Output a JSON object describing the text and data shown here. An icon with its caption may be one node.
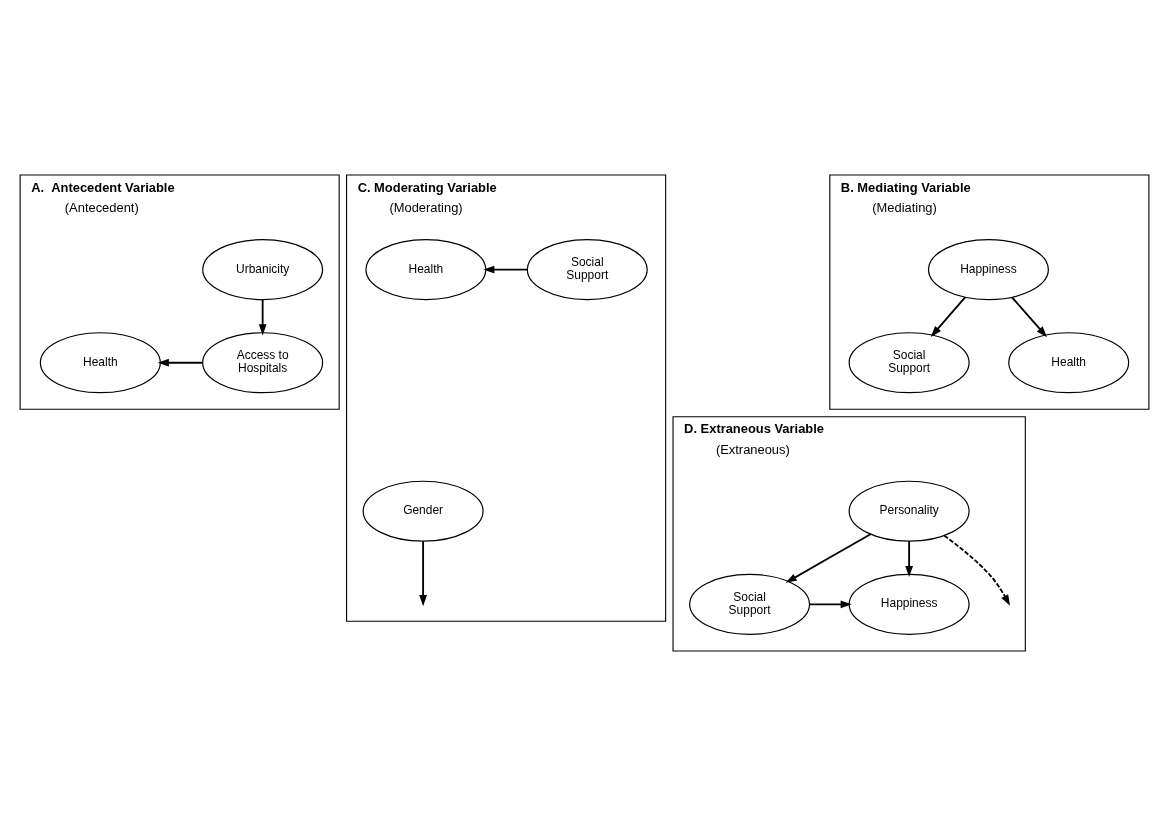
{
  "diagram": {
    "nodes": [
      {
        "text": [
          "A.  Antecedent Variable",
          "(Antecedent)"
        ]
      },
      {
        "text": [
          "Urbanicity"
        ],
        "in": 0
      },
      {
        "text": [
          "Access to Hospitals"
        ],
        "in": 0
      },
      {
        "text": [
          "Health"
        ],
        "in": 0
      },
      {
        "text": [
          "B. Mediating Variable",
          "(Mediating)"
        ]
      },
      {
        "text": [
          "Happiness"
        ],
        "in": 4
      },
      {
        "text": [
          "Social Support"
        ],
        "in": 4
      },
      {
        "text": [
          "Health"
        ],
        "in": 4
      },
      {
        "text": [
          "C. Moderating Variable",
          "(Moderating)"
        ]
      },
      {
        "text": [
          "Gender"
        ],
        "in": 8
      },
      {
        "text": [
          "Social Support"
        ],
        "in": 8
      },
      {
        "text": [
          "Health"
        ],
        "in": 8
      },
      {
        "text": [
          "D. Extraneous Variable",
          "(Extraneous)"
        ]
      },
      {
        "text": [
          "Personality"
        ],
        "in": 12
      },
      {
        "text": [
          "Social Support"
        ],
        "in": 12
      },
      {
        "text": [
          "Happiness"
        ],
        "in": 12
      }
    ],
    "edges": [
      {
        "from": 1,
        "to": 2,
        "arrow": "to"
      },
      {
        "from": 2,
        "to": 3,
        "arrow": "to"
      },
      {
        "from": 5,
        "to": 6,
        "arrow": "to"
      },
      {
        "from": 5,
        "to": 7,
        "arrow": "to"
      },
      {
        "from": 9,
        "to": null,
        "arrow": "to"
      },
      {
        "from": 10,
        "to": 11,
        "arrow": "to"
      },
      {
        "from": 13,
        "to": 14,
        "arrow": "to"
      },
      {
        "from": 13,
        "to": 15,
        "arrow": "to"
      },
      {
        "from": 14,
        "to": 15,
        "arrow": "to"
      },
      {
        "from": 13,
        "to": null,
        "arrow": "to",
        "style": "dashed"
      }
    ]
  }
}
